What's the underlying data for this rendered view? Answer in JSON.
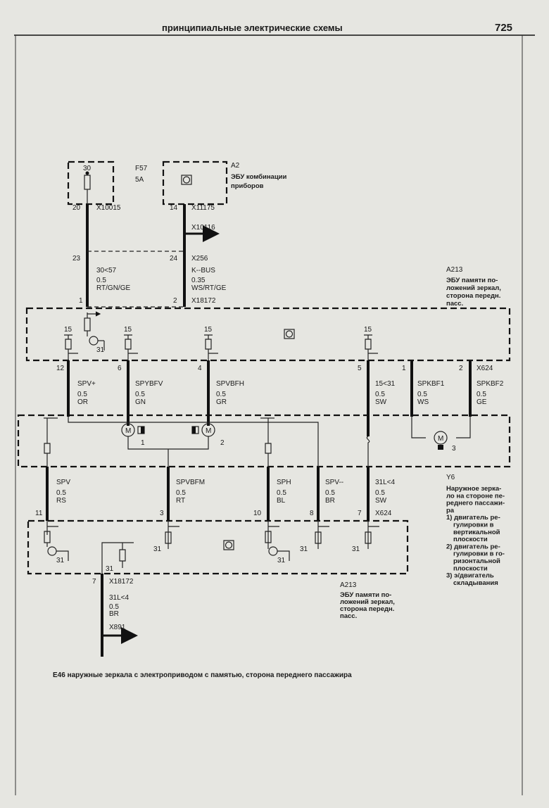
{
  "header": {
    "title": "принципиальные электрические схемы",
    "page_number": "725"
  },
  "fuse": {
    "terminal": "30",
    "id": "F57",
    "rating": "5A",
    "pin": "20",
    "connector": "X10015"
  },
  "a2": {
    "id": "A2",
    "desc": [
      "ЭБУ комбинации",
      "приборов"
    ],
    "pin": "14",
    "connector": "X11175",
    "branch": "X10116"
  },
  "x256": {
    "pin_left": "23",
    "pin_right": "24",
    "connector": "X256",
    "wire_left": [
      "30<57",
      "0.5",
      "RT/GN/GE"
    ],
    "wire_right": [
      "K--BUS",
      "0.35",
      "WS/RT/GE"
    ]
  },
  "x18172_top": {
    "pin_left": "1",
    "pin_right": "2",
    "connector": "X18172"
  },
  "a213_top": {
    "id": "A213",
    "desc": [
      "ЭБУ памяти по-",
      "ложений зеркал,",
      "сторона передн.",
      "пасс."
    ],
    "supply": "15"
  },
  "upper_pins": {
    "p12": "12",
    "p6": "6",
    "p4": "4",
    "p5": "5",
    "p1": "1",
    "p2": "2",
    "connector": "X624"
  },
  "upper_wires": [
    [
      "SPV+",
      "0.5",
      "OR"
    ],
    [
      "SPYBFV",
      "0.5",
      "GN"
    ],
    [
      "SPVBFH",
      "0.5",
      "GR"
    ],
    [
      "15<31",
      "0.5",
      "SW"
    ],
    [
      "SPKBF1",
      "0.5",
      "WS"
    ],
    [
      "SPKBF2",
      "0.5",
      "GE"
    ]
  ],
  "motors": {
    "m": "M",
    "n1": "1",
    "n2": "2",
    "n3": "3"
  },
  "lower_wires": [
    [
      "SPV",
      "0.5",
      "RS"
    ],
    [
      "SPVBFM",
      "0.5",
      "RT"
    ],
    [
      "SPH",
      "0.5",
      "BL"
    ],
    [
      "SPV--",
      "0.5",
      "BR"
    ],
    [
      "31L<4",
      "0.5",
      "SW"
    ]
  ],
  "lower_pins": {
    "p11": "11",
    "p3": "3",
    "p10": "10",
    "p8": "8",
    "p7": "7",
    "connector": "X624"
  },
  "ground": "31",
  "a213_bottom": {
    "id": "A213",
    "desc": [
      "ЭБУ памяти по-",
      "ложений зеркал,",
      "сторона передн.",
      "пасс."
    ]
  },
  "bottom_wire": {
    "pin": "7",
    "connector": "X18172",
    "lines": [
      "31L<4",
      "0.5",
      "BR"
    ],
    "branch": "X891"
  },
  "y6": {
    "id": "Y6",
    "desc": [
      "Наружное зерка-",
      "ло на стороне пе-",
      "реднего пассажи-",
      "ра",
      "1) двигатель ре-",
      "гулировки в",
      "вертикальной",
      "плоскости",
      "2) двигатель ре-",
      "гулировки в го-",
      "ризонтальной",
      "плоскости",
      "3) э/двигатель",
      "складывания"
    ]
  },
  "caption": "Е46 наружные зеркала с электроприводом с памятью, сторона переднего пассажира"
}
